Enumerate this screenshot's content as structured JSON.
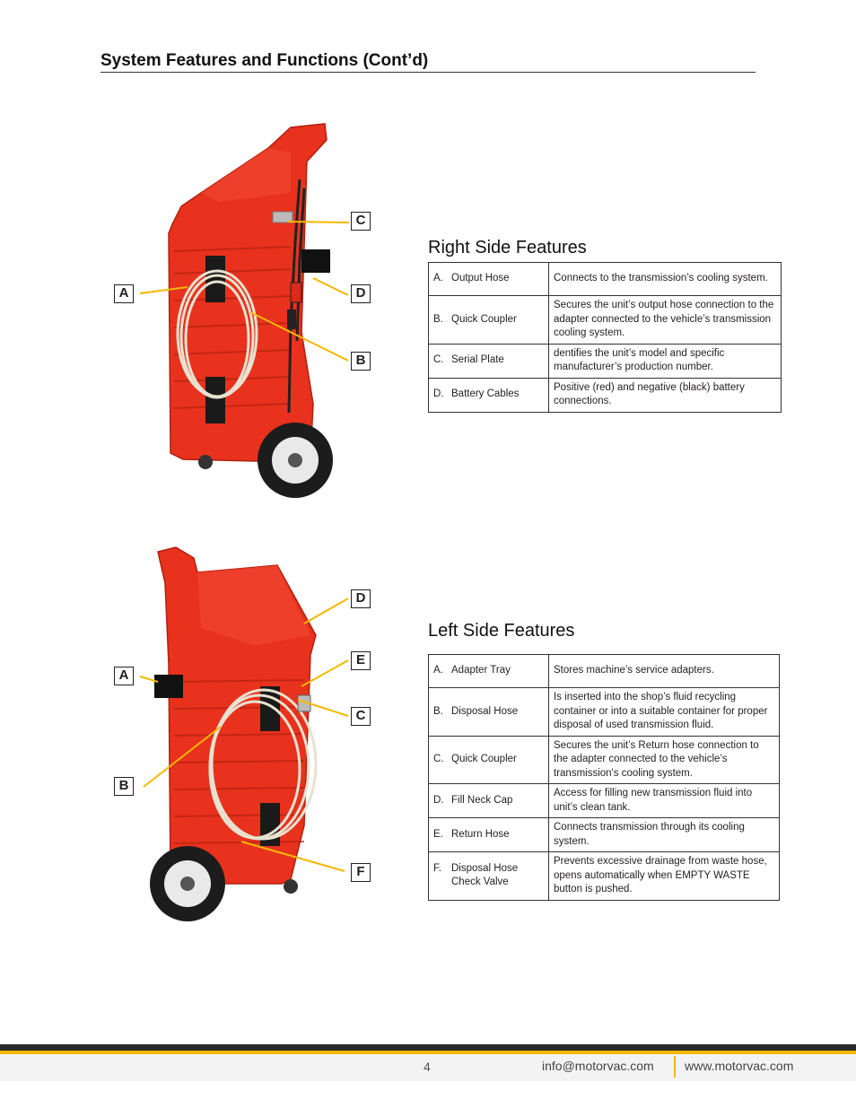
{
  "page": {
    "title": "System Features and Functions (Cont’d)"
  },
  "right_side": {
    "title": "Right Side Features",
    "callouts": [
      "A",
      "B",
      "C",
      "D"
    ],
    "rows": [
      {
        "letter": "A.",
        "name": "Output Hose",
        "desc": "Connects to the transmission’s cooling system."
      },
      {
        "letter": "B.",
        "name": "Quick Coupler",
        "desc": "Secures the unit’s output hose connection to the adapter connected to the vehicle’s transmission cooling system."
      },
      {
        "letter": "C.",
        "name": "Serial Plate",
        "desc": "dentifies the unit’s model and specific manufacturer’s production number."
      },
      {
        "letter": "D.",
        "name": "Battery Cables",
        "desc": "Positive (red) and negative (black) battery connections."
      }
    ]
  },
  "left_side": {
    "title": "Left Side Features",
    "callouts": [
      "A",
      "B",
      "C",
      "D",
      "E",
      "F"
    ],
    "rows": [
      {
        "letter": "A.",
        "name": "Adapter Tray",
        "desc": "Stores machine’s service adapters."
      },
      {
        "letter": "B.",
        "name": "Disposal Hose",
        "desc": "Is inserted into the shop’s fluid recycling container or into a suitable container for proper disposal of used transmission fluid."
      },
      {
        "letter": "C.",
        "name": "Quick Coupler",
        "desc": "Secures the unit’s Return hose connection to the adapter connected to the vehicle’s transmission's cooling system."
      },
      {
        "letter": "D.",
        "name": "Fill Neck Cap",
        "desc": "Access for filling new transmission fluid into unit’s clean tank."
      },
      {
        "letter": "E.",
        "name": "Return Hose",
        "desc": "Connects transmission through its cooling system."
      },
      {
        "letter": "F.",
        "name": "Disposal Hose Check Valve",
        "desc": "Prevents excessive drainage from waste hose, opens automatically when EMPTY WASTE button is pushed."
      }
    ]
  },
  "footer": {
    "page_number": "4",
    "email": "info@motorvac.com",
    "website": "www.motorvac.com"
  },
  "colors": {
    "machine_red": "#e8321e",
    "leader_line": "#f5b800",
    "footer_dark": "#2b2b2b"
  }
}
